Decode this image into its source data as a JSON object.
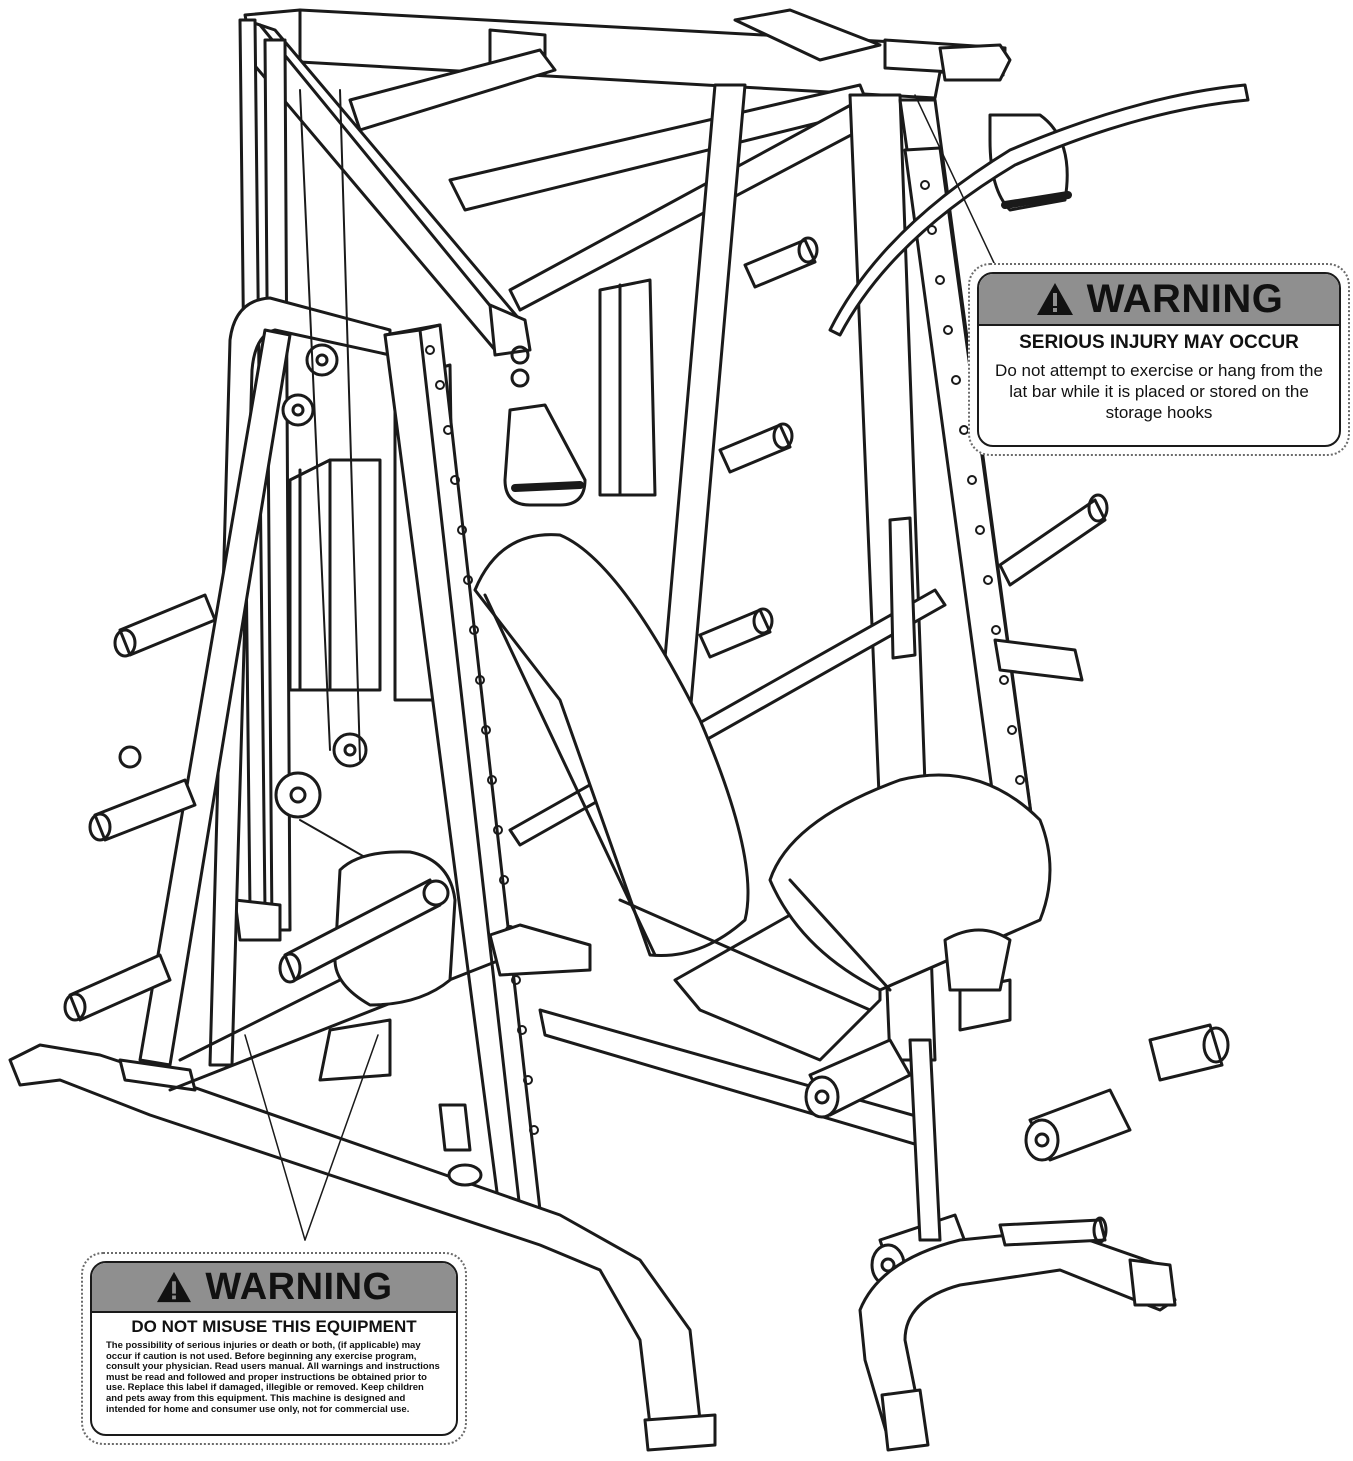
{
  "labels": {
    "lat_bar_warning": {
      "heading": "WARNING",
      "subheading": "SERIOUS INJURY MAY OCCUR",
      "body": "Do not attempt to exercise or hang from the lat bar while it is placed or stored on the storage hooks",
      "icon": "warning-triangle-icon"
    },
    "misuse_warning": {
      "heading": "WARNING",
      "subheading": "DO NOT MISUSE THIS EQUIPMENT",
      "body": "The possibility of serious injuries or death or both, (if applicable) may occur if caution is not used. Before beginning any exercise program, consult your physician. Read users manual. All warnings and instructions must be read and followed and proper instructions be obtained prior to use. Replace this label if damaged, illegible or removed. Keep children and pets away from this equipment. This machine is designed and intended for home and consumer use only, not for commercial use.",
      "icon": "warning-triangle-icon"
    }
  },
  "colors": {
    "line": "#1a1a1a",
    "label_header": "#8f8f8f",
    "background": "#ffffff"
  }
}
